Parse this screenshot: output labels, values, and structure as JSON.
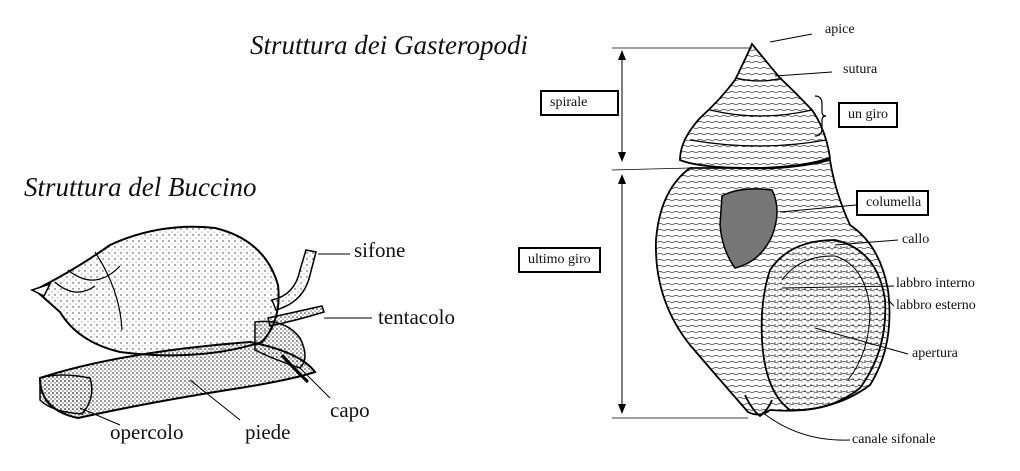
{
  "titles": {
    "gastropod": "Struttura dei Gasteropodi",
    "whelk": "Struttura del Buccino"
  },
  "whelk_labels": {
    "sifone": "sifone",
    "tentacolo": "tentacolo",
    "capo": "capo",
    "piede": "piede",
    "opercolo": "opercolo"
  },
  "shell_labels": {
    "apice": "apice",
    "sutura": "sutura",
    "callo": "callo",
    "labbro_interno": "labbro interno",
    "labbro_esterno": "labbro esterno",
    "apertura": "apertura",
    "canale_sifonale": "canale sifonale"
  },
  "boxed_labels": {
    "spirale": "spirale",
    "un_giro": "un giro",
    "columella": "columella",
    "ultimo_giro": "ultimo giro"
  }
}
